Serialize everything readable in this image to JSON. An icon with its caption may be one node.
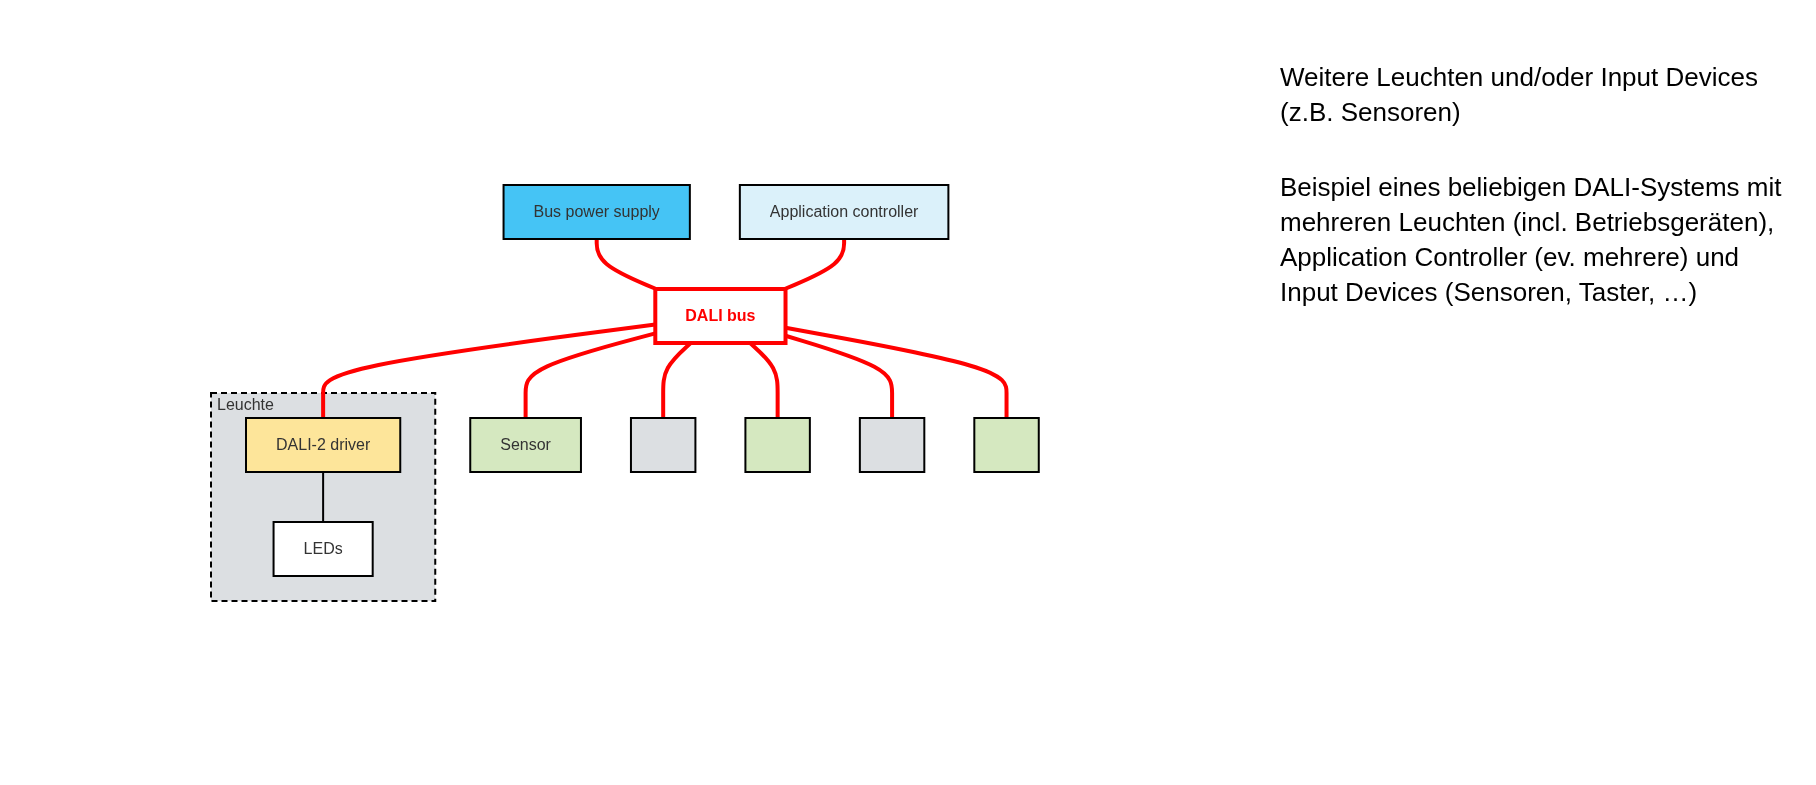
{
  "diagram": {
    "nodes": [
      {
        "text": [
          "Bus power supply"
        ]
      },
      {
        "text": [
          "Application controller"
        ]
      },
      {
        "text": [
          "DALI bus"
        ]
      },
      {
        "text": [
          "Leuchte"
        ]
      },
      {
        "text": [
          "DALI-2 driver"
        ],
        "in": 3
      },
      {
        "text": [
          "LEDs"
        ],
        "in": 3
      },
      {
        "text": [
          "Sensor"
        ]
      },
      {
        "text": [],
        "shape": "box"
      },
      {
        "text": [],
        "shape": "box"
      },
      {
        "text": [],
        "shape": "box"
      },
      {
        "text": [],
        "shape": "box"
      }
    ],
    "edges": [
      {
        "from": 0,
        "to": 2,
        "arrow": "none"
      },
      {
        "from": 1,
        "to": 2,
        "arrow": "none"
      },
      {
        "from": 2,
        "to": 4,
        "arrow": "none"
      },
      {
        "from": 4,
        "to": 5,
        "arrow": "none",
        "color": "#000000"
      },
      {
        "from": 2,
        "to": 6,
        "arrow": "none"
      },
      {
        "from": 2,
        "to": 7,
        "arrow": "none"
      },
      {
        "from": 2,
        "to": 8,
        "arrow": "none"
      },
      {
        "from": 2,
        "to": 9,
        "arrow": "none"
      },
      {
        "from": 2,
        "to": 10,
        "arrow": "none"
      }
    ],
    "labels": [
      "Weitere Leuchten und/oder Input Devices (z.B. Sensoren)",
      "Beispiel eines beliebigen DALI-Systems mit mehreren Leuchten (incl. Betriebsgeräten), Application Controller (ev. mehrere) und Input Devices (Sensoren, Taster, …)"
    ]
  }
}
